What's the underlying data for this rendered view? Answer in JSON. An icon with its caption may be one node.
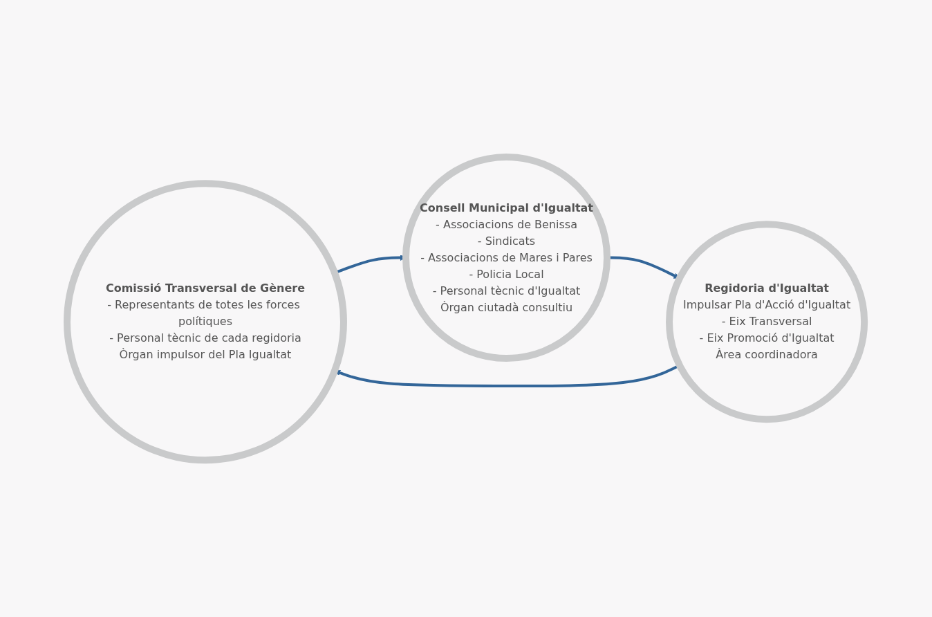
{
  "diagram": {
    "nodes": [
      {
        "text": [
          "Comissió Transversal de Gènere",
          "- Representants de totes les forces polítiques",
          "- Personal tècnic de cada regidoria",
          "Òrgan impulsor del Pla Igualtat"
        ]
      },
      {
        "text": [
          "Regidoria d'Igualtat",
          "Impulsar Pla d'Acció d'Igualtat",
          "- Eix Transversal",
          "- Eix Promoció d'Igualtat",
          "Àrea coordinadora"
        ]
      },
      {
        "text": [
          "Consell Municipal d'Igualtat",
          "- Associacions de Benissa",
          "- Sindicats",
          "- Associacions de Mares i Pares",
          "- Policia Local",
          "- Personal tècnic d'Igualtat",
          "Òrgan ciutadà consultiu"
        ]
      }
    ],
    "edges": [
      {
        "from": 0,
        "to": 2,
        "arrow": "to"
      },
      {
        "from": 2,
        "to": 1,
        "arrow": "to"
      },
      {
        "from": 1,
        "to": 0,
        "arrow": "to"
      }
    ]
  }
}
